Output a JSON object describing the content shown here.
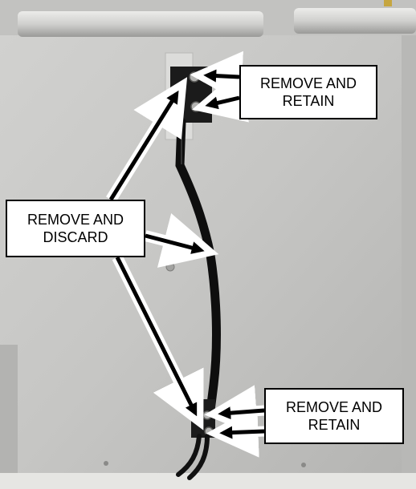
{
  "photo": {
    "subject": "gray metal equipment panel with two small brackets and a black cable",
    "colors": {
      "panel": "#c9c9c7",
      "panel_shadow": "#a9a9a7",
      "cable": "#111111",
      "bracket": "#1a1a1a",
      "background_floor": "#e9e9e6"
    }
  },
  "callouts": {
    "top": {
      "line1": "REMOVE AND",
      "line2": "RETAIN"
    },
    "left": {
      "line1": "REMOVE AND",
      "line2": "DISCARD"
    },
    "bottom": {
      "line1": "REMOVE AND",
      "line2": "RETAIN"
    }
  },
  "arrow_style": {
    "stroke": "#000000",
    "outline": "#ffffff"
  }
}
